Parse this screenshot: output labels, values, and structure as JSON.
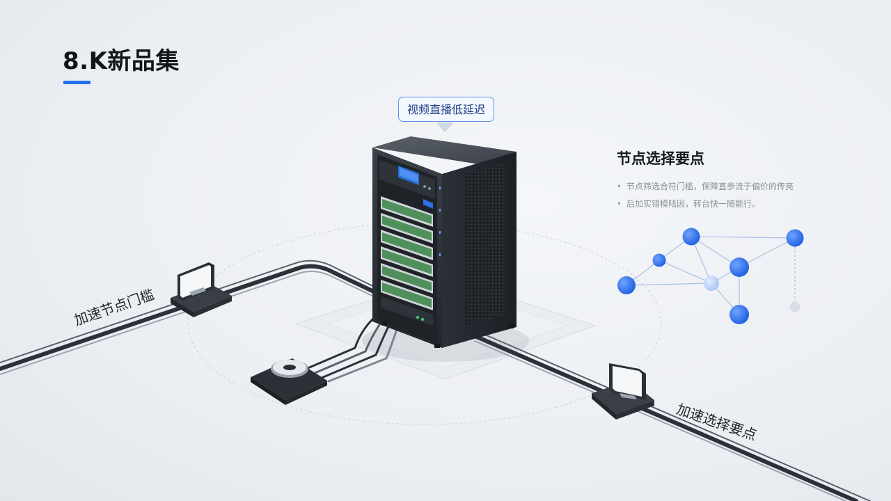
{
  "slide": {
    "title": "8.K新品集",
    "accent_color": "#1f6ff0"
  },
  "callout": {
    "label": "视频直播低延迟"
  },
  "info_panel": {
    "title": "节点选择要点",
    "bullets": [
      "节点筛选合符门槛，保障直参流于偏价的传亮",
      "后加实错模陆因，转台快一随能行。"
    ]
  },
  "labels": {
    "left_cable": "加速节点门槛",
    "right_cable": "加速选择要点"
  },
  "network_graph": {
    "node_color": "#2f6fea",
    "node_light_color": "#a9c6f5",
    "edge_color": "#a8bfe6"
  },
  "icons": {
    "server_rack": "server-rack-icon",
    "network_switch": "network-switch-icon",
    "disk_module": "disk-module-icon"
  }
}
